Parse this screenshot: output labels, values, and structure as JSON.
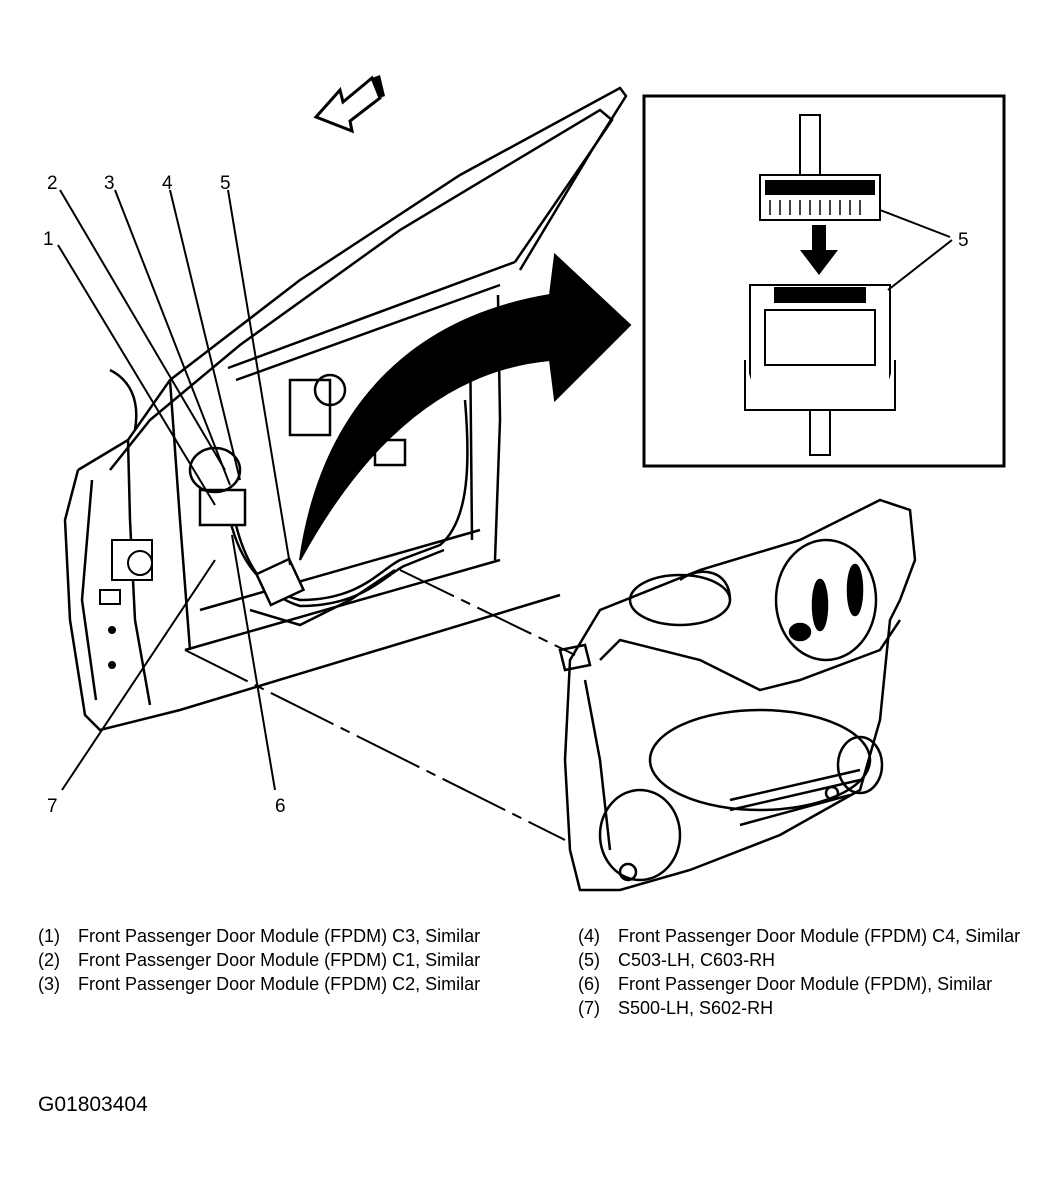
{
  "diagram": {
    "callouts": [
      "1",
      "2",
      "3",
      "4",
      "5",
      "6",
      "7",
      "5"
    ]
  },
  "legend": {
    "left": [
      {
        "num": "(1)",
        "text": "Front Passenger Door Module (FPDM) C3, Similar"
      },
      {
        "num": "(2)",
        "text": "Front Passenger Door Module (FPDM) C1, Similar"
      },
      {
        "num": "(3)",
        "text": "Front Passenger Door Module (FPDM) C2, Similar"
      }
    ],
    "right": [
      {
        "num": "(4)",
        "text": "Front Passenger Door Module (FPDM) C4, Similar"
      },
      {
        "num": "(5)",
        "text": "C503-LH, C603-RH"
      },
      {
        "num": "(6)",
        "text": "Front Passenger Door Module (FPDM), Similar"
      },
      {
        "num": "(7)",
        "text": "S500-LH, S602-RH"
      }
    ]
  },
  "figure_id": "G01803404"
}
